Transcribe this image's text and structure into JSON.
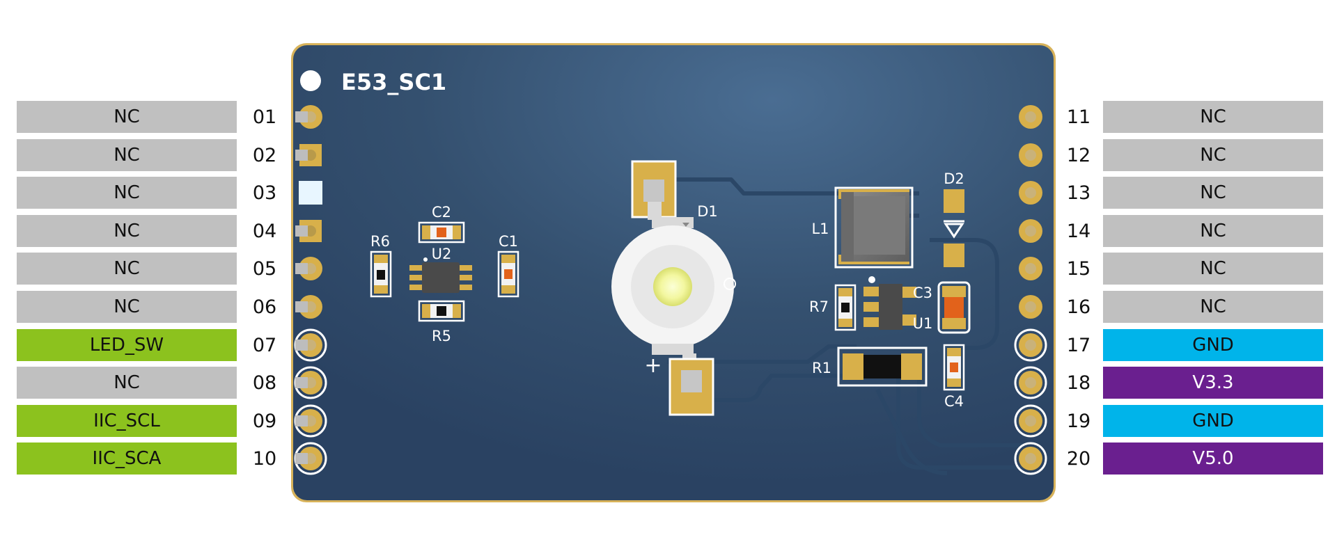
{
  "board": {
    "name": "E53_SC1",
    "colors": {
      "pcb": "#2f4a6a",
      "pcb_glow": "#4a6d92",
      "edge": "#d7b25a",
      "pad": "#d8b04a",
      "silk": "#ffffff"
    }
  },
  "components": {
    "r6": "R6",
    "c2": "C2",
    "u2": "U2",
    "c1": "C1",
    "r5": "R5",
    "d1": "D1",
    "plus": "+",
    "l1": "L1",
    "d2": "D2",
    "r7": "R7",
    "c3": "C3",
    "u1": "U1",
    "r1": "R1",
    "c4": "C4"
  },
  "pin_colors": {
    "NC": "#c0c0c0",
    "LED": "#8cc21e",
    "IIC": "#8cc21e",
    "GND": "#00b4ea",
    "POWER": "#6a1f8f"
  },
  "pins": {
    "left": [
      {
        "num": "01",
        "label": "NC",
        "kind": "NC"
      },
      {
        "num": "02",
        "label": "NC",
        "kind": "NC"
      },
      {
        "num": "03",
        "label": "NC",
        "kind": "NC"
      },
      {
        "num": "04",
        "label": "NC",
        "kind": "NC"
      },
      {
        "num": "05",
        "label": "NC",
        "kind": "NC"
      },
      {
        "num": "06",
        "label": "NC",
        "kind": "NC"
      },
      {
        "num": "07",
        "label": "LED_SW",
        "kind": "LED"
      },
      {
        "num": "08",
        "label": "NC",
        "kind": "NC"
      },
      {
        "num": "09",
        "label": "IIC_SCL",
        "kind": "IIC"
      },
      {
        "num": "10",
        "label": "IIC_SCA",
        "kind": "IIC"
      }
    ],
    "right": [
      {
        "num": "11",
        "label": "NC",
        "kind": "NC"
      },
      {
        "num": "12",
        "label": "NC",
        "kind": "NC"
      },
      {
        "num": "13",
        "label": "NC",
        "kind": "NC"
      },
      {
        "num": "14",
        "label": "NC",
        "kind": "NC"
      },
      {
        "num": "15",
        "label": "NC",
        "kind": "NC"
      },
      {
        "num": "16",
        "label": "NC",
        "kind": "NC"
      },
      {
        "num": "17",
        "label": "GND",
        "kind": "GND"
      },
      {
        "num": "18",
        "label": "V3.3",
        "kind": "POWER"
      },
      {
        "num": "19",
        "label": "GND",
        "kind": "GND"
      },
      {
        "num": "20",
        "label": "V5.0",
        "kind": "POWER"
      }
    ]
  }
}
